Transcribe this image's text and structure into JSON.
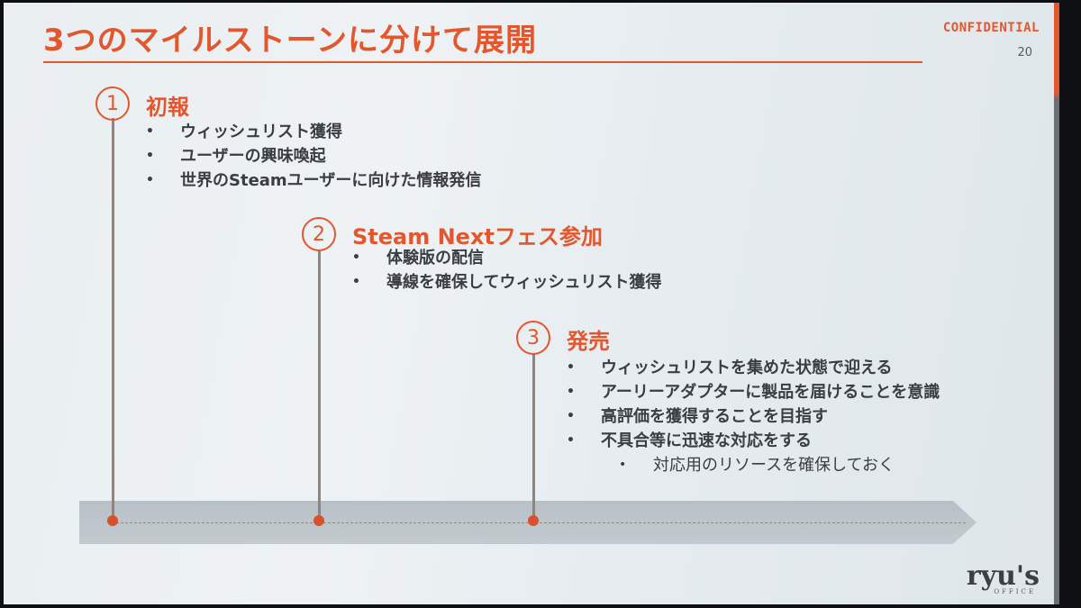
{
  "slide": {
    "title": "3つのマイルストーンに分けて展開",
    "confidential": "CONFIDENTIAL",
    "page_number": "20"
  },
  "milestones": [
    {
      "number": "1",
      "title": "初報",
      "bullets": [
        "ウィッシュリスト獲得",
        "ユーザーの興味喚起",
        "世界のSteamユーザーに向けた情報発信"
      ]
    },
    {
      "number": "2",
      "title": "Steam Nextフェス参加",
      "bullets": [
        "体験版の配信",
        "導線を確保してウィッシュリスト獲得"
      ]
    },
    {
      "number": "3",
      "title": "発売",
      "bullets": [
        "ウィッシュリストを集めた状態で迎える",
        "アーリーアダプターに製品を届けることを意識",
        "高評価を獲得することを目指す",
        "不具合等に迅速な対応をする"
      ],
      "sub_bullets": [
        "対応用のリソースを確保しておく"
      ]
    }
  ],
  "bullet_glyph": "•",
  "logo": {
    "main": "ryu's",
    "sub": "OFFICE"
  },
  "colors": {
    "accent": "#e2572d",
    "text": "#3a3d42",
    "stem": "#8f8580",
    "band": "#bfc7cc"
  }
}
